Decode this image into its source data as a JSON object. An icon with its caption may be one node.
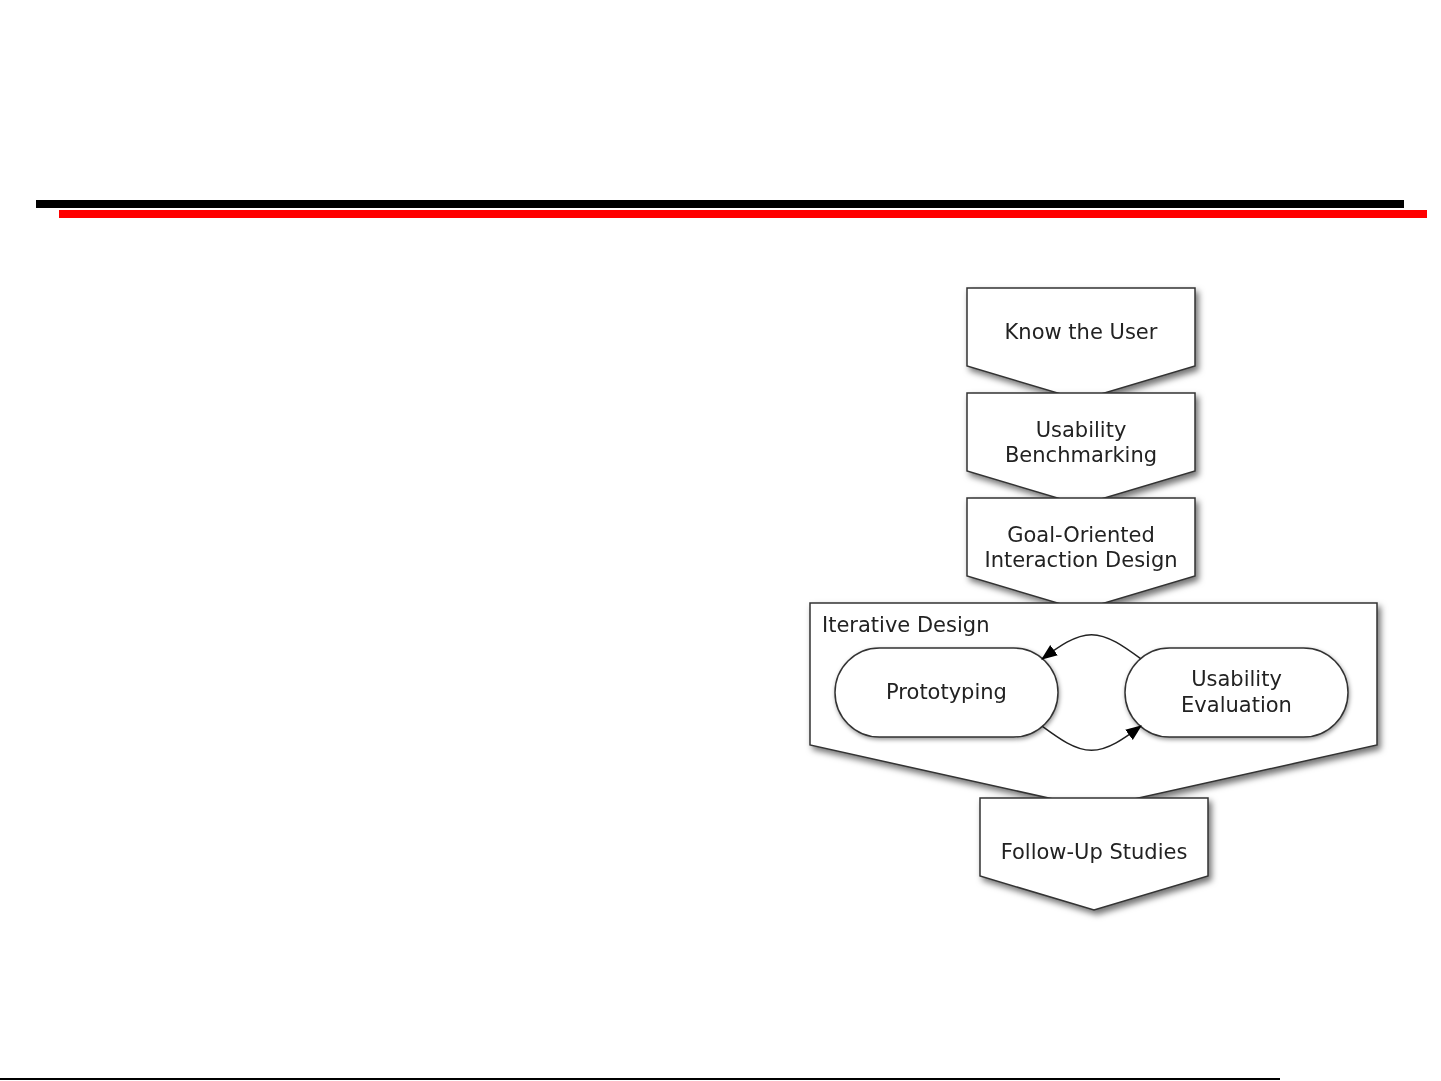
{
  "diagram": {
    "nodes": [
      {
        "text": [
          "Know the User"
        ]
      },
      {
        "text": [
          "Usability Benchmarking"
        ]
      },
      {
        "text": [
          "Goal-Oriented Interaction Design"
        ]
      },
      {
        "text": [
          "Iterative Design"
        ]
      },
      {
        "text": [
          "Prototyping"
        ],
        "in": 3
      },
      {
        "text": [
          "Usability Evaluation"
        ],
        "in": 3
      },
      {
        "text": [
          "Follow-Up Studies"
        ]
      }
    ],
    "edges": [
      {
        "from": 5,
        "to": 4,
        "arrow": "to"
      },
      {
        "from": 4,
        "to": 5,
        "arrow": "to"
      }
    ]
  }
}
